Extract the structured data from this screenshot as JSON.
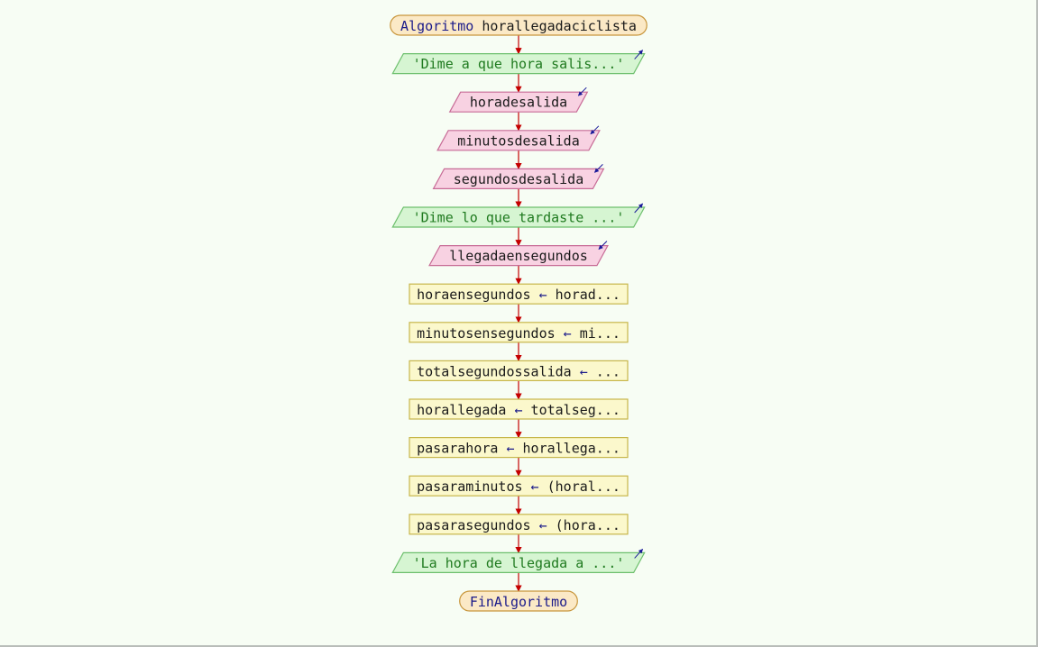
{
  "flowchart": {
    "nodes": [
      {
        "kind": "terminal",
        "text": "Algoritmo horallegadaciclista",
        "parts": [
          {
            "t": "Algoritmo ",
            "c": "term"
          },
          {
            "t": "horallegadaciclista",
            "c": "in"
          }
        ]
      },
      {
        "kind": "output",
        "text": "'Dime a que hora salis...'"
      },
      {
        "kind": "input",
        "text": "horadesalida"
      },
      {
        "kind": "input",
        "text": "minutosdesalida"
      },
      {
        "kind": "input",
        "text": "segundosdesalida"
      },
      {
        "kind": "output",
        "text": "'Dime lo que tardaste ...'"
      },
      {
        "kind": "input",
        "text": "llegadaensegundos"
      },
      {
        "kind": "process",
        "lhs": "horaensegundos",
        "op": "←",
        "rhs": "horad..."
      },
      {
        "kind": "process",
        "lhs": "minutosensegundos",
        "op": "←",
        "rhs": "mi..."
      },
      {
        "kind": "process",
        "lhs": "totalsegundossalida",
        "op": "←",
        "rhs": "..."
      },
      {
        "kind": "process",
        "lhs": "horallegada",
        "op": "←",
        "rhs": "totalseg..."
      },
      {
        "kind": "process",
        "lhs": "pasarahora",
        "op": "←",
        "rhs": "horallega..."
      },
      {
        "kind": "process",
        "lhs": "pasaraminutos",
        "op": "←",
        "rhs": "(horal..."
      },
      {
        "kind": "process",
        "lhs": "pasarasegundos",
        "op": "←",
        "rhs": "(hora..."
      },
      {
        "kind": "output",
        "text": "'La hora de llegada a ...'"
      },
      {
        "kind": "terminal",
        "text": "FinAlgoritmo",
        "parts": [
          {
            "t": "FinAlgoritmo",
            "c": "term"
          }
        ]
      }
    ]
  },
  "colors": {
    "terminal_fill": "#fbe9c6",
    "terminal_stroke": "#c8963c",
    "output_fill": "#d6f5d2",
    "output_stroke": "#6cbf6c",
    "input_fill": "#f8d2e2",
    "input_stroke": "#c76b96",
    "process_fill": "#fbf8cc",
    "process_stroke": "#c7b64a",
    "arrow": "#c40000",
    "io_arrow": "#1a1a9a"
  }
}
